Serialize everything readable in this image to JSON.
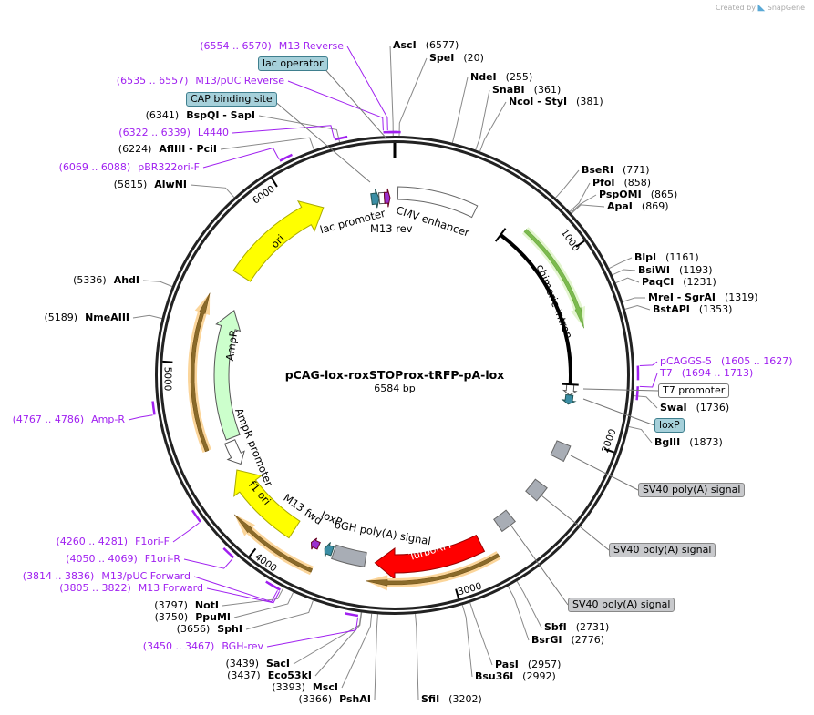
{
  "plasmid": {
    "name": "pCAG-lox-roxSTOProx-tRFP-pA-lox",
    "length": "6584 bp"
  },
  "branding": {
    "created_by": "Created by",
    "app": "SnapGene"
  },
  "enzymes": [
    {
      "name": "AscI",
      "pos": "6577"
    },
    {
      "name": "SpeI",
      "pos": "20"
    },
    {
      "name": "NdeI",
      "pos": "255"
    },
    {
      "name": "SnaBI",
      "pos": "361"
    },
    {
      "name": "NcoI  -  StyI",
      "pos": "381"
    },
    {
      "name": "BseRI",
      "pos": "771"
    },
    {
      "name": "PfoI",
      "pos": "858"
    },
    {
      "name": "PspOMI",
      "pos": "865"
    },
    {
      "name": "ApaI",
      "pos": "869"
    },
    {
      "name": "BlpI",
      "pos": "1161"
    },
    {
      "name": "BsiWI",
      "pos": "1193"
    },
    {
      "name": "PaqCI",
      "pos": "1231"
    },
    {
      "name": "MreI  -  SgrAI",
      "pos": "1319"
    },
    {
      "name": "BstAPI",
      "pos": "1353"
    },
    {
      "name": "SwaI",
      "pos": "1736"
    },
    {
      "name": "BglII",
      "pos": "1873"
    },
    {
      "name": "SbfI",
      "pos": "2731"
    },
    {
      "name": "BsrGI",
      "pos": "2776"
    },
    {
      "name": "PasI",
      "pos": "2957"
    },
    {
      "name": "Bsu36I",
      "pos": "2992"
    },
    {
      "name": "SfiI",
      "pos": "3202"
    },
    {
      "name": "PshAI",
      "pos": "3366"
    },
    {
      "name": "MscI",
      "pos": "3393"
    },
    {
      "name": "Eco53kI",
      "pos": "3437"
    },
    {
      "name": "SacI",
      "pos": "3439"
    },
    {
      "name": "SphI",
      "pos": "3656"
    },
    {
      "name": "PpuMI",
      "pos": "3750"
    },
    {
      "name": "NotI",
      "pos": "3797"
    },
    {
      "name": "NmeAIII",
      "pos": "5189"
    },
    {
      "name": "AhdI",
      "pos": "5336"
    },
    {
      "name": "AlwNI",
      "pos": "5815"
    },
    {
      "name": "AflIII  -  PciI",
      "pos": "6224"
    },
    {
      "name": "BspQI  -  SapI",
      "pos": "6341"
    }
  ],
  "primers": [
    {
      "name": "M13 Reverse",
      "pos": "6554 .. 6570"
    },
    {
      "name": "M13/pUC Reverse",
      "pos": "6535 .. 6557"
    },
    {
      "name": "L4440",
      "pos": "6322 .. 6339"
    },
    {
      "name": "pBR322ori-F",
      "pos": "6069 .. 6088"
    },
    {
      "name": "Amp-R",
      "pos": "4767 .. 4786"
    },
    {
      "name": "F1ori-F",
      "pos": "4260 .. 4281"
    },
    {
      "name": "F1ori-R",
      "pos": "4050 .. 4069"
    },
    {
      "name": "M13/pUC Forward",
      "pos": "3814 .. 3836"
    },
    {
      "name": "M13 Forward",
      "pos": "3805 .. 3822"
    },
    {
      "name": "BGH-rev",
      "pos": "3450 .. 3467"
    },
    {
      "name": "pCAGGS-5",
      "pos": "1605 .. 1627"
    },
    {
      "name": "T7",
      "pos": "1694 .. 1713"
    }
  ],
  "callouts": {
    "lac_operator": "lac operator",
    "cap": "CAP binding site",
    "t7_promoter": "T7 promoter",
    "loxp": "loxP",
    "sv40_1": "SV40 poly(A) signal",
    "sv40_2": "SV40 poly(A) signal",
    "sv40_3": "SV40 poly(A) signal"
  },
  "features": {
    "cmv": "CMV enhancer",
    "lac_promoter": "lac promoter",
    "m13_rev": "M13 rev",
    "intron": "chimeric intron",
    "turborfp": "TurboRFP",
    "bgh": "bGH poly(A) signal",
    "loxp": "loxP",
    "m13_fwd": "M13 fwd",
    "f1_ori": "f1 ori",
    "ampr_promoter": "AmpR promoter",
    "ampr": "AmpR",
    "ori": "ori"
  },
  "ticks": [
    "1000",
    "2000",
    "3000",
    "4000",
    "5000",
    "6000"
  ],
  "colors": {
    "primer": "#a020f0",
    "ori": "#ffff00",
    "ampr": "#ccffcc",
    "turborfp": "#ff0000",
    "polyA": "#a8adb5",
    "loxp": "#3b8ea5"
  }
}
